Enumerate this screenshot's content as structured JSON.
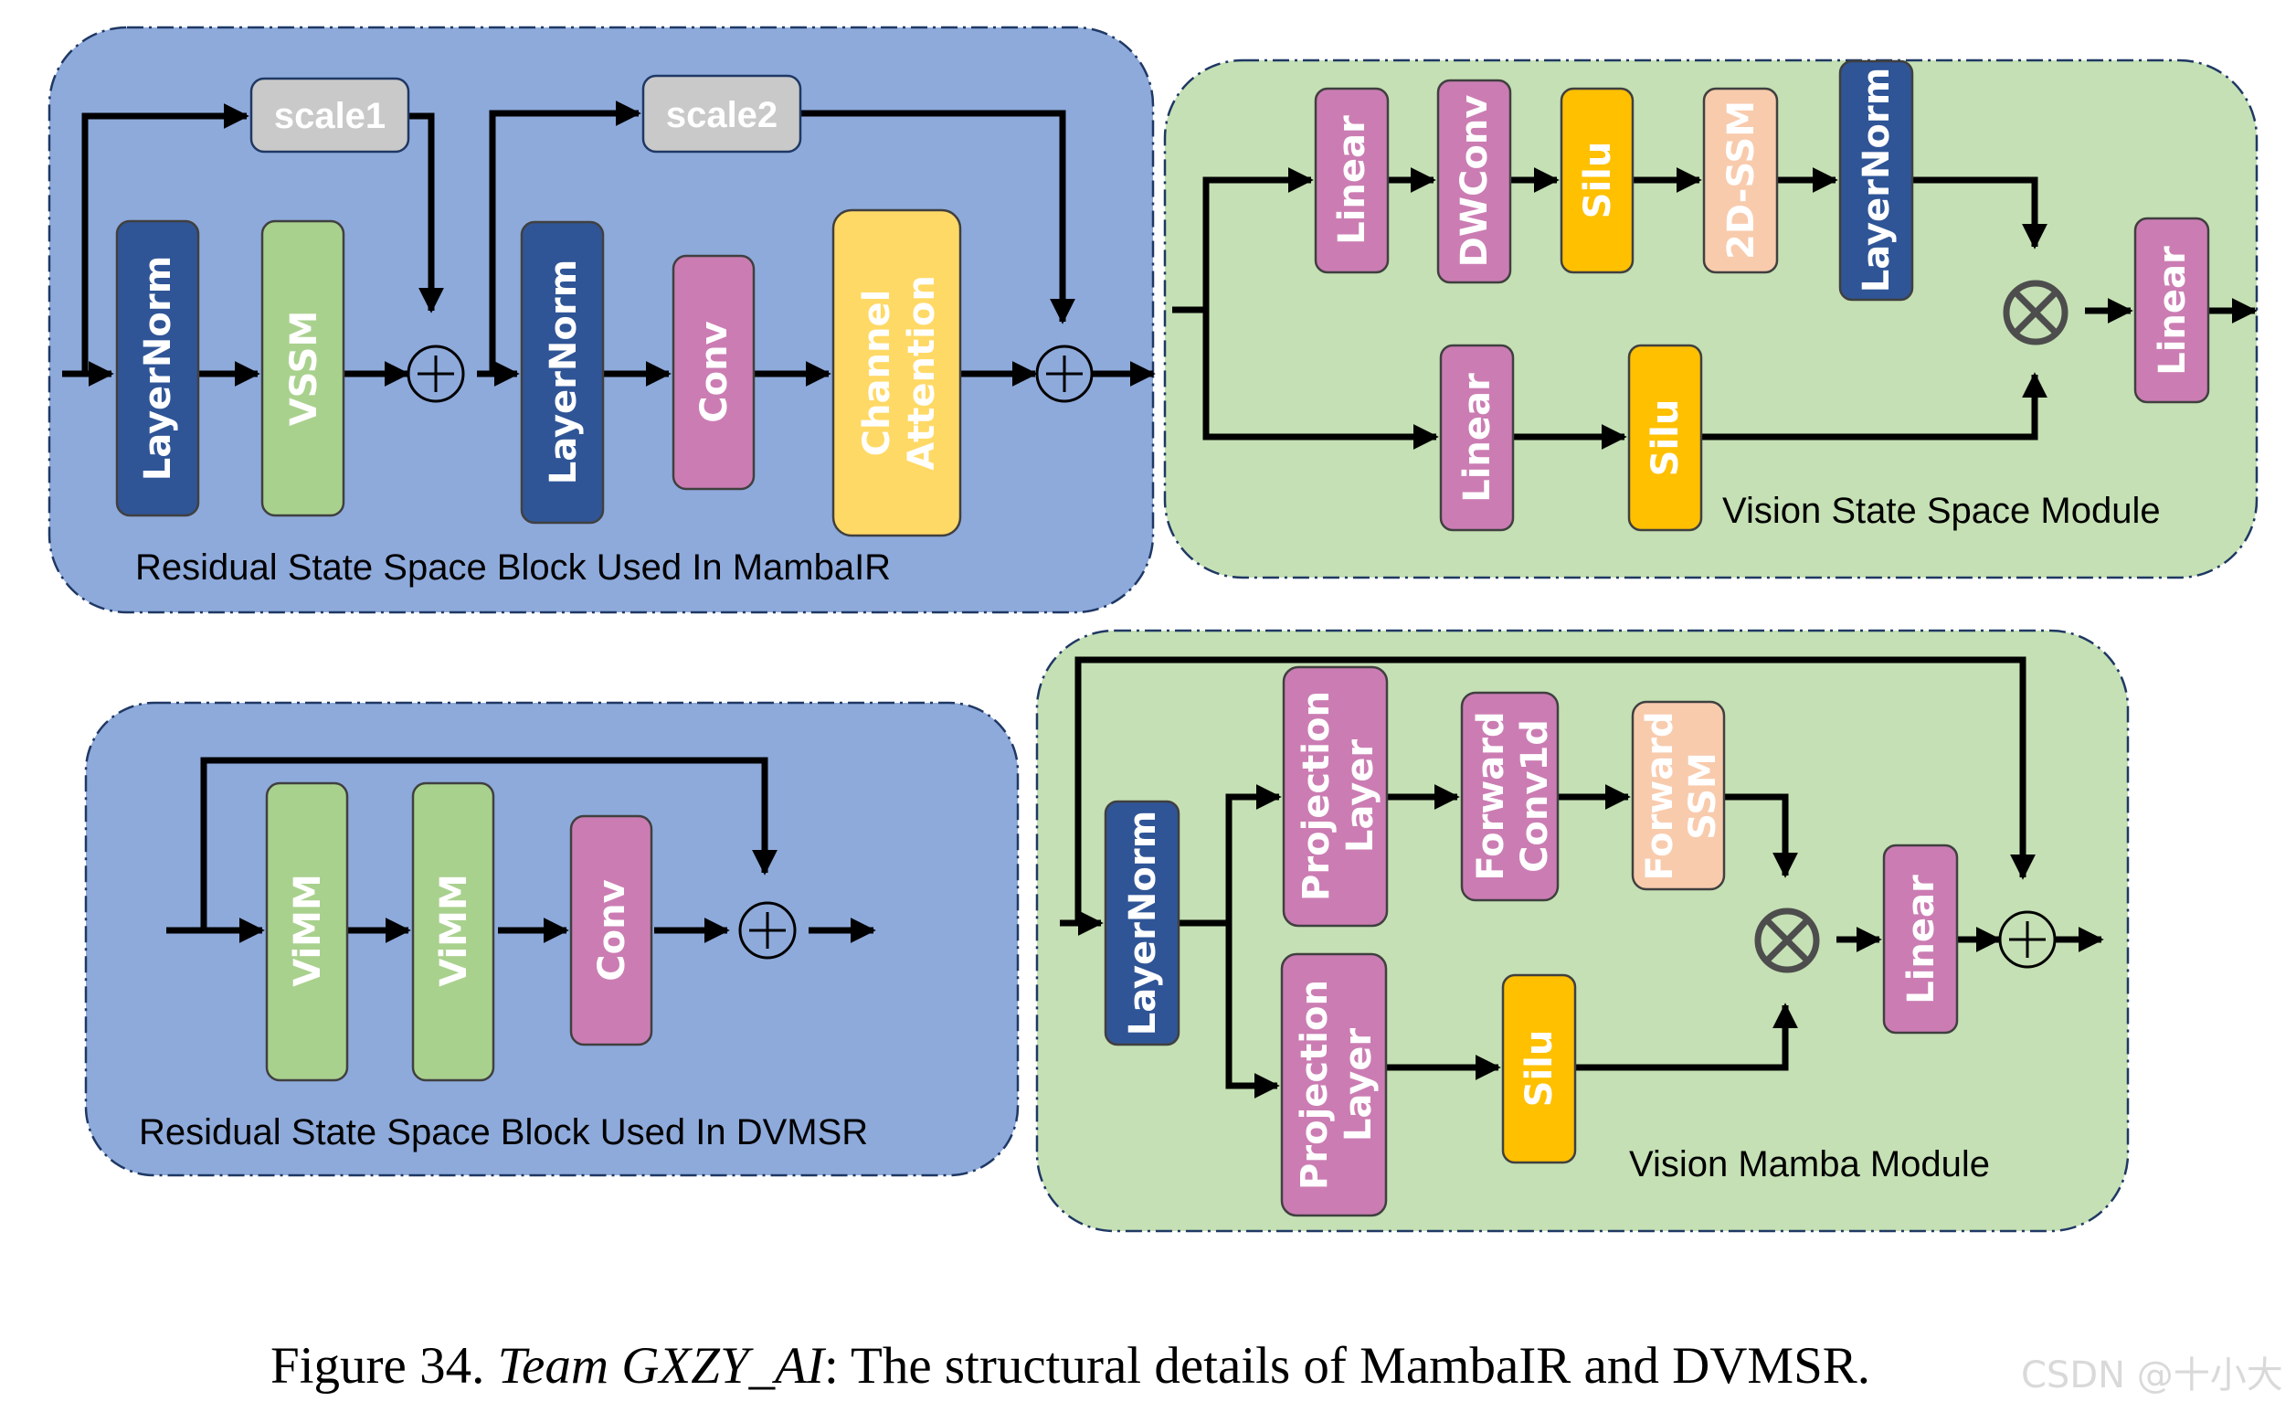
{
  "panels": {
    "mambair_block": {
      "label": "Residual State Space Block Used In MambaIR",
      "blocks": {
        "layernorm1": "LayerNorm",
        "vssm": "VSSM",
        "scale1": "scale1",
        "layernorm2": "LayerNorm",
        "conv": "Conv",
        "scale2": "scale2",
        "channel_attention_line1": "Channel",
        "channel_attention_line2": "Attention"
      }
    },
    "vss_module": {
      "label": "Vision State Space Module",
      "blocks": {
        "linear_top": "Linear",
        "dwconv": "DWConv",
        "silu_top": "Silu",
        "ssm_2d": "2D-SSM",
        "layernorm": "LayerNorm",
        "linear_bottom": "Linear",
        "silu_bottom": "Silu",
        "linear_out": "Linear"
      }
    },
    "dvmsr_block": {
      "label": "Residual State Space Block Used In DVMSR",
      "blocks": {
        "vimm1": "ViMM",
        "vimm2": "ViMM",
        "conv": "Conv"
      }
    },
    "vision_mamba_module": {
      "label": "Vision Mamba Module",
      "blocks": {
        "layernorm": "LayerNorm",
        "proj1_line1": "Projection",
        "proj1_line2": "Layer",
        "conv1d_line1": "Forward",
        "conv1d_line2": "Conv1d",
        "ssm_line1": "Forward",
        "ssm_line2": "SSM",
        "proj2_line1": "Projection",
        "proj2_line2": "Layer",
        "silu": "Silu",
        "linear": "Linear"
      }
    }
  },
  "operators": {
    "add_symbol": "⊕",
    "multiply_symbol": "⊗"
  },
  "colors": {
    "residual_panel": "#8eaadb",
    "module_panel": "#c5e0b4",
    "layernorm": "#2f5597",
    "vssm_vimm": "#a9d18e",
    "linear_conv_projection": "#cb7db3",
    "silu": "#ffc000",
    "channel_attention": "#ffd966",
    "ssm": "#f8cbad",
    "scale": "#c9c9c9"
  },
  "caption": {
    "prefix": "Figure 34. ",
    "team": "Team GXZY_AI",
    "suffix": ": The structural details of MambaIR and DVMSR."
  },
  "watermark": "CSDN @十小大"
}
